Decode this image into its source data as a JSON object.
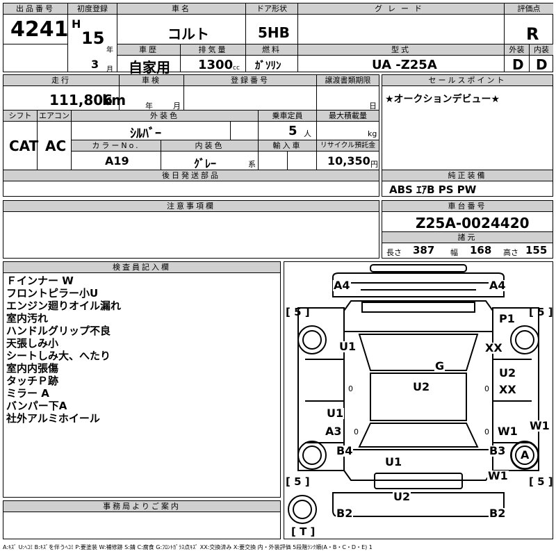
{
  "headers": {
    "lot_no": "出品番号",
    "first_reg": "初度登録",
    "car_name": "車名",
    "door": "ドア形状",
    "grade": "グレード",
    "score": "評価点",
    "year_hist": "車歴",
    "displacement": "排気量",
    "fuel": "燃料",
    "model_code": "型式",
    "exterior": "外装",
    "interior": "内装",
    "mileage": "走行",
    "inspection": "車検",
    "reg_no": "登録番号",
    "transfer_deadline": "譲渡書類期限",
    "sales_point": "セールスポイント",
    "shift": "シフト",
    "aircon": "エアコン",
    "ext_color": "外装色",
    "capacity": "乗車定員",
    "max_load": "最大積載量",
    "color_no": "カラーNo.",
    "int_color": "内装色",
    "import": "輸入車",
    "recycle": "リサイクル預託金",
    "later_parts": "後日発送部品",
    "equipment": "純正装備",
    "caution": "注意事項欄",
    "chassis": "車台番号",
    "specs": "諸元",
    "inspector": "検査員記入欄",
    "office": "事務局よりご案内"
  },
  "vehicle": {
    "lot_no": "4241",
    "era": "H",
    "year": "15",
    "year_unit": "年",
    "month": "3",
    "month_unit": "月",
    "name": "コルト",
    "door": "5HB",
    "history": "自家用",
    "displacement": "1300",
    "cc": "cc",
    "fuel": "ｶﾞｿﾘﾝ",
    "model_code": "UA -Z25A",
    "score": "R",
    "ext_score": "D",
    "int_score": "D",
    "mileage": "111,806",
    "km": "km",
    "insp_year": "年",
    "insp_month": "月",
    "deadline_day": "日",
    "shift": "CAT",
    "aircon": "AC",
    "ext_color": "ｼﾙﾊﾞｰ",
    "capacity": "5",
    "capacity_unit": "人",
    "kg": "kg",
    "color_no": "A19",
    "int_color": "ｸﾞﾚｰ",
    "int_color_suffix": "系",
    "recycle": "10,350",
    "yen": "円",
    "equipment": "ABS ｴｱB PS PW",
    "chassis_no": "Z25A-0024420",
    "length_label": "長さ",
    "length": "387",
    "width_label": "幅",
    "width": "168",
    "height_label": "高さ",
    "height": "155",
    "sales_point": "★オークションデビュー★"
  },
  "inspector_notes": [
    "Ｆインナー W",
    "フロントピラー小U",
    "エンジン廻りオイル漏れ",
    "室内汚れ",
    "ハンドルグリップ不良",
    "天張しみ小",
    "シートしみ大、へたり",
    "室内内張傷",
    "タッチＰ跡",
    "ミラー A",
    "バンパー下A",
    "社外アルミホイール"
  ],
  "diagram_marks": {
    "a4_left": "A4",
    "a4_right": "A4",
    "p1": "P1",
    "u1_left": "U1",
    "xx_right": "XX",
    "g": "G",
    "u2_center": "U2",
    "u2_right": "U2",
    "xx_right2": "XX",
    "u1_lower": "U1",
    "a3": "A3",
    "w1_right": "W1",
    "w1_far": "W1",
    "b4": "B4",
    "b3": "B3",
    "a_wheel": "A",
    "u1_rear": "U1",
    "w1_rear": "W1",
    "u2_bumper": "U2",
    "b2_left": "B2",
    "b2_right": "B2",
    "tire_fl": "[ 5 ]",
    "tire_fr": "[ 5 ]",
    "tire_rl": "[ 5 ]",
    "tire_rr": "[ 5 ]",
    "spare": "[ T ]",
    "zero1": "0",
    "zero2": "0",
    "zero3": "0",
    "zero4": "0"
  },
  "legend": "A:ｷｽﾞ U:ﾍｺﾐ B:ｷｽﾞを伴うﾍｺﾐ P:要塗装 W:補修跡 S:錆 C:腐食 G:ﾌﾛﾝﾄｶﾞﾗｽ点ｷｽﾞ XX:交換済み X:要交換 内・外装評価 5段階ﾗﾝｸ順(A・B・C・D・E) 1"
}
